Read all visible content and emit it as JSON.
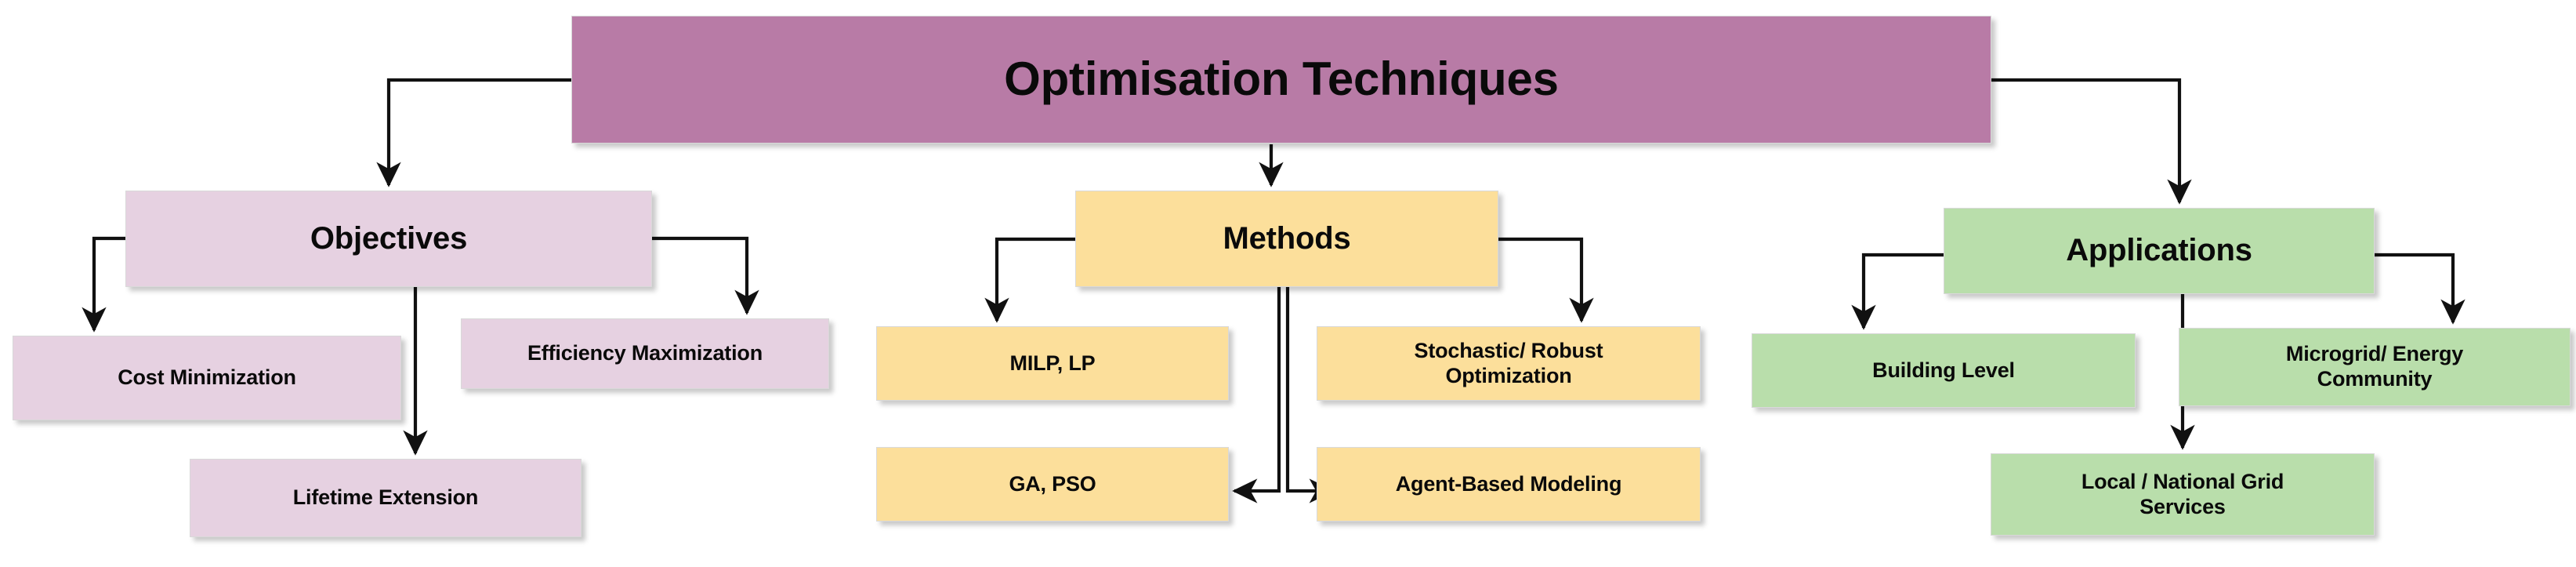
{
  "diagram": {
    "title": "Optimisation Techniques",
    "type": "hierarchical-tree",
    "colors": {
      "root": "#b87ba6",
      "objectives": "#e6d1e1",
      "methods": "#fcdf9b",
      "applications": "#b9deab",
      "edge": "#1a1a1a",
      "background": "#ffffff"
    },
    "root": {
      "label": "Optimisation Techniques"
    },
    "branches": [
      {
        "key": "objectives",
        "label": "Objectives",
        "children": [
          {
            "label": "Cost Minimization"
          },
          {
            "label": "Efficiency Maximization"
          },
          {
            "label": "Lifetime Extension"
          }
        ]
      },
      {
        "key": "methods",
        "label": "Methods",
        "children": [
          {
            "label": "MILP, LP"
          },
          {
            "label": "Stochastic/ Robust\nOptimization"
          },
          {
            "label": "GA, PSO"
          },
          {
            "label": "Agent-Based Modeling"
          }
        ]
      },
      {
        "key": "applications",
        "label": "Applications",
        "children": [
          {
            "label": "Building Level"
          },
          {
            "label": "Microgrid/ Energy\nCommunity"
          },
          {
            "label": "Local / National Grid\nServices"
          }
        ]
      }
    ]
  }
}
